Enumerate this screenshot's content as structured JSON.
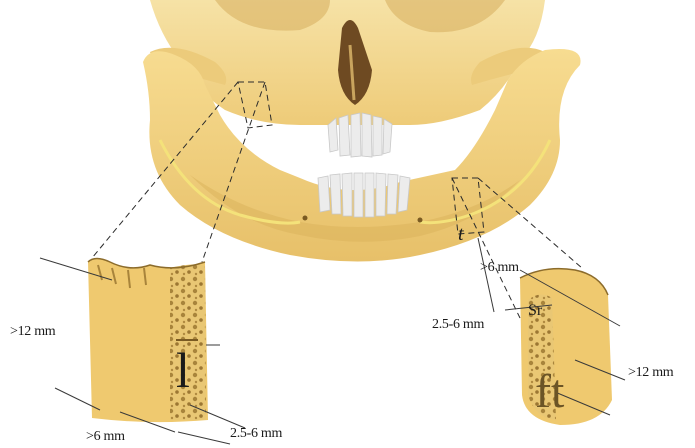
{
  "labels": {
    "left_height": ">12 mm",
    "left_width_bottom": ">6 mm",
    "left_cortex": "2.5-6 mm",
    "right_width_top": ">6 mm",
    "right_cortex": "2.5-6 mm",
    "right_height": ">12 mm",
    "left_glyph": "l",
    "right_glyph_small": "Sr",
    "right_glyph_big": "ft",
    "jaw_glyph": "t"
  },
  "colors": {
    "bone": "#f3d27c",
    "bone_shade": "#d9b25a",
    "bone_dark": "#b98f3a",
    "canal": "#f5e27a",
    "tooth": "#ececec",
    "line": "#2b2b2b"
  }
}
